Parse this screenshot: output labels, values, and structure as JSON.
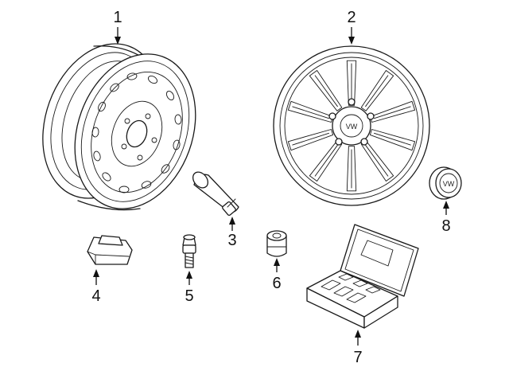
{
  "callouts": [
    {
      "id": "1",
      "label": "1"
    },
    {
      "id": "2",
      "label": "2"
    },
    {
      "id": "3",
      "label": "3"
    },
    {
      "id": "4",
      "label": "4"
    },
    {
      "id": "5",
      "label": "5"
    },
    {
      "id": "6",
      "label": "6"
    },
    {
      "id": "7",
      "label": "7"
    },
    {
      "id": "8",
      "label": "8"
    }
  ],
  "logo_text": "VW"
}
